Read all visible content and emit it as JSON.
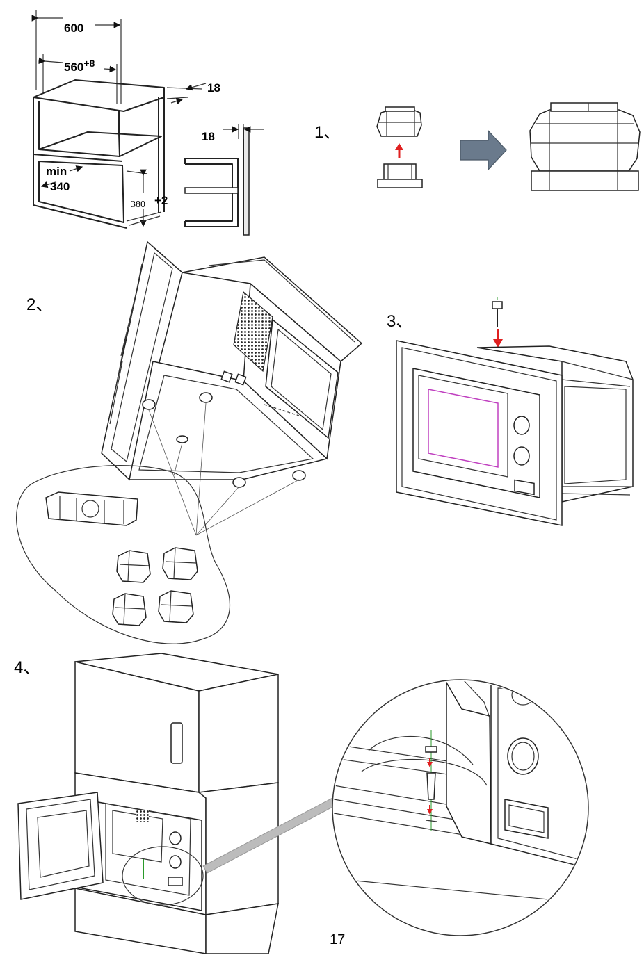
{
  "dimensions": {
    "width_total": "600",
    "width_inner": "560",
    "width_inner_tol": "+8",
    "panel_thickness_top": "18",
    "panel_thickness_side": "18",
    "min_label": "min",
    "depth_min": "340",
    "height_opening": "380",
    "height_opening_tol": "+2"
  },
  "steps": {
    "step1": "1、",
    "step2": "2、",
    "step3": "3、",
    "step4": "4、"
  },
  "page_number": "17",
  "colors": {
    "arrow_grey": "#6a7a8c",
    "arrow_red": "#e02020",
    "screen_magenta": "#c040c0",
    "screw_green": "#2a9a2a"
  },
  "icons": [
    "right-arrow-icon",
    "up-arrow-icon",
    "down-arrow-icon"
  ]
}
